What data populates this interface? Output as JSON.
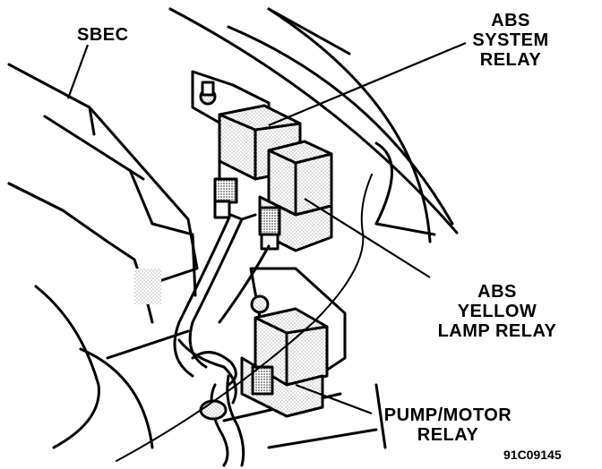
{
  "labels": {
    "sbec": "SBEC",
    "abs_system_relay": [
      "ABS",
      "SYSTEM",
      "RELAY"
    ],
    "abs_yellow_lamp_relay": [
      "ABS",
      "YELLOW",
      "LAMP RELAY"
    ],
    "pump_motor_relay": [
      "PUMP/MOTOR",
      "RELAY"
    ]
  },
  "figure_id": "91C09145"
}
